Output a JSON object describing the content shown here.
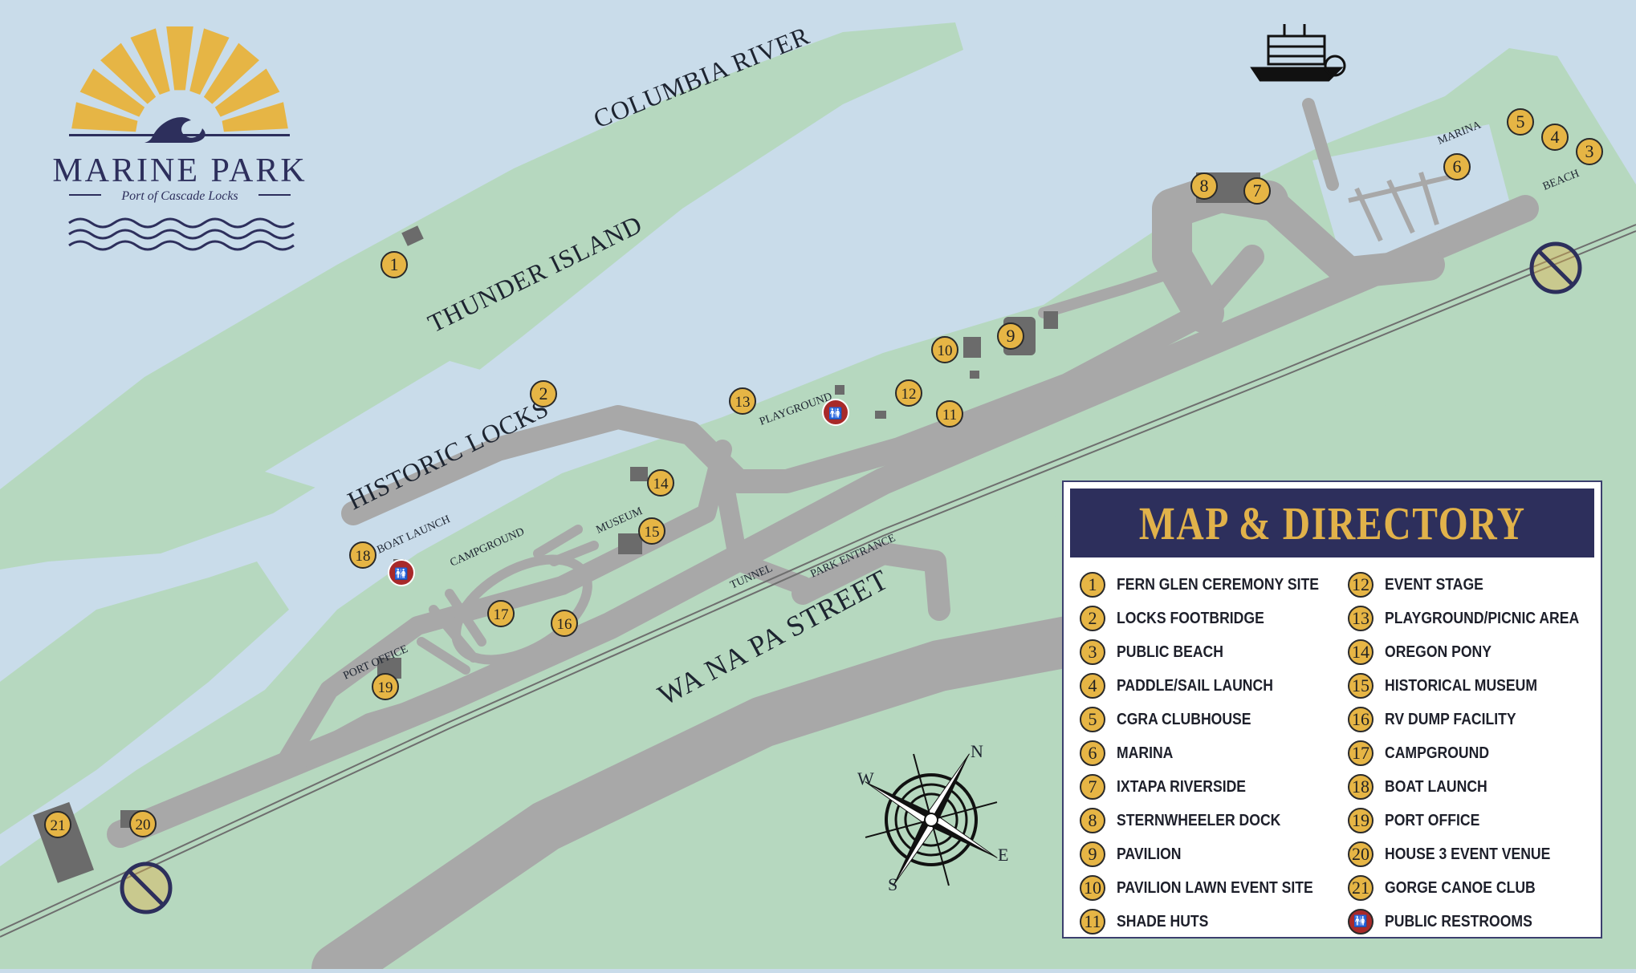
{
  "brand": {
    "name": "MARINE PARK",
    "subtitle": "Port of Cascade Locks",
    "sun_color": "#e6b545",
    "navy_color": "#2d2f5c"
  },
  "colors": {
    "water": "#c9dcea",
    "land": "#b6d8bf",
    "road": "#a8a8a8",
    "building": "#6b6b6b",
    "badge": "#e6b545",
    "restroom": "#a82a2a"
  },
  "map_labels": {
    "river": "COLUMBIA RIVER",
    "island": "THUNDER ISLAND",
    "locks": "HISTORIC LOCKS",
    "street": "WA NA PA STREET",
    "boat_launch": "BOAT LAUNCH",
    "campground": "CAMPGROUND",
    "museum": "MUSEUM",
    "port_office": "PORT OFFICE",
    "playground": "PLAYGROUND",
    "tunnel": "TUNNEL",
    "park_entrance": "PARK ENTRANCE",
    "marina": "MARINA",
    "beach": "BEACH"
  },
  "compass": {
    "n": "N",
    "e": "E",
    "s": "S",
    "w": "W"
  },
  "markers": [
    "1",
    "2",
    "3",
    "4",
    "5",
    "6",
    "7",
    "8",
    "9",
    "10",
    "11",
    "12",
    "13",
    "14",
    "15",
    "16",
    "17",
    "18",
    "19",
    "20",
    "21"
  ],
  "legend": {
    "title": "MAP & DIRECTORY",
    "left": [
      {
        "num": "1",
        "label": "FERN GLEN CEREMONY SITE"
      },
      {
        "num": "2",
        "label": "LOCKS FOOTBRIDGE"
      },
      {
        "num": "3",
        "label": "PUBLIC BEACH"
      },
      {
        "num": "4",
        "label": "PADDLE/SAIL LAUNCH"
      },
      {
        "num": "5",
        "label": "CGRA CLUBHOUSE"
      },
      {
        "num": "6",
        "label": "MARINA"
      },
      {
        "num": "7",
        "label": "IXTAPA RIVERSIDE"
      },
      {
        "num": "8",
        "label": "STERNWHEELER DOCK"
      },
      {
        "num": "9",
        "label": "PAVILION"
      },
      {
        "num": "10",
        "label": "PAVILION LAWN EVENT SITE"
      },
      {
        "num": "11",
        "label": "SHADE HUTS"
      }
    ],
    "right": [
      {
        "num": "12",
        "label": "EVENT STAGE"
      },
      {
        "num": "13",
        "label": "PLAYGROUND/PICNIC AREA"
      },
      {
        "num": "14",
        "label": "OREGON PONY"
      },
      {
        "num": "15",
        "label": "HISTORICAL MUSEUM"
      },
      {
        "num": "16",
        "label": "RV DUMP FACILITY"
      },
      {
        "num": "17",
        "label": "CAMPGROUND"
      },
      {
        "num": "18",
        "label": "BOAT LAUNCH"
      },
      {
        "num": "19",
        "label": "PORT OFFICE"
      },
      {
        "num": "20",
        "label": "HOUSE 3 EVENT VENUE"
      },
      {
        "num": "21",
        "label": "GORGE CANOE CLUB"
      },
      {
        "num": "",
        "label": "PUBLIC RESTROOMS",
        "restroom": true
      }
    ]
  }
}
